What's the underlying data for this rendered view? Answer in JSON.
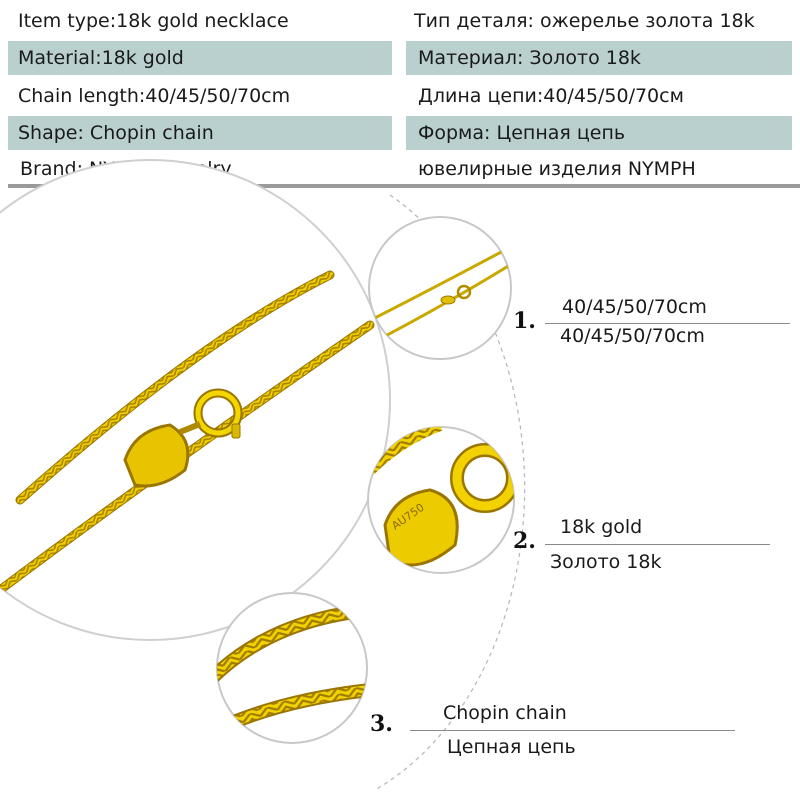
{
  "specs": {
    "en": [
      "Item type:18k gold necklace",
      "Material:18k gold",
      "Chain length:40/45/50/70cm",
      "Shape: Chopin chain",
      "Brand: NYMPH jewelry"
    ],
    "ru": [
      "Тип деталя: ожерелье золота 18k",
      "Материал: Золото 18k",
      "Длина цепи:40/45/50/70см",
      "Форма: Цепная цепь",
      "ювелирные изделия NYMPH"
    ]
  },
  "details": [
    {
      "number": "1.",
      "label_en": "40/45/50/70cm",
      "label_ru": "40/45/50/70cm"
    },
    {
      "number": "2.",
      "label_en": "18k gold",
      "label_ru": "Золото 18k"
    },
    {
      "number": "3.",
      "label_en": "Chopin chain",
      "label_ru": "Цепная цепь"
    }
  ],
  "clasp_stamp": "AU750",
  "colors": {
    "row_shade": "#b9d0cf",
    "gold": "#d9b800",
    "gold_dark": "#a07a00",
    "divider": "#9a9a9a"
  }
}
